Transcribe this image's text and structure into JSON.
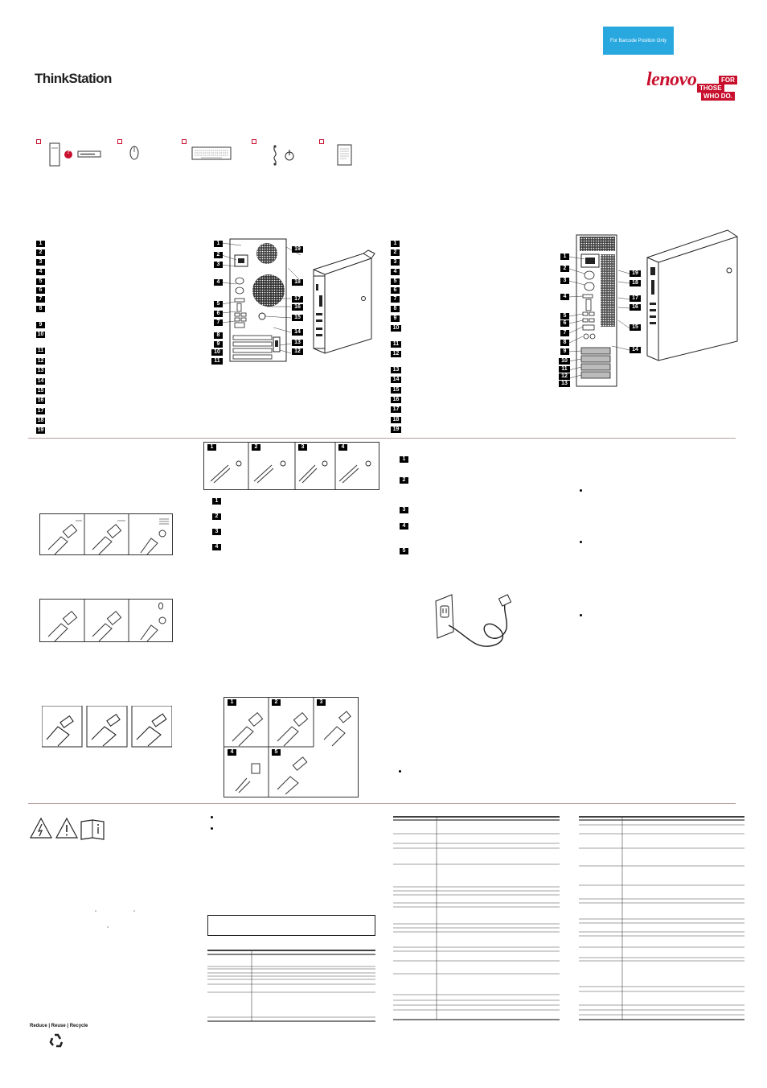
{
  "header": {
    "barcode_label": "For Barcode Position Only",
    "brand": "ThinkStation",
    "vendor_logo": "lenovo",
    "tagline_words": [
      "FOR",
      "THOSE",
      "WHO DO."
    ]
  },
  "box_contents": {
    "icons": [
      "computer-icon",
      "mouse-icon",
      "keyboard-icon",
      "power-cord-icon",
      "document-icon"
    ],
    "optional_badge": "?"
  },
  "rear_view_tower": {
    "callouts": [
      "1",
      "2",
      "3",
      "4",
      "5",
      "6",
      "7",
      "8",
      "9",
      "10",
      "11",
      "12",
      "13",
      "14",
      "15",
      "16",
      "17",
      "18",
      "19"
    ]
  },
  "rear_view_sff": {
    "callouts": [
      "1",
      "2",
      "3",
      "4",
      "5",
      "6",
      "7",
      "8",
      "9",
      "10",
      "11",
      "12",
      "13",
      "14",
      "15",
      "16",
      "17",
      "18",
      "19"
    ]
  },
  "steps_mid": [
    "1",
    "2",
    "3",
    "4",
    "5"
  ],
  "audio_panel": {
    "labels": [
      "1",
      "2",
      "3",
      "4"
    ]
  },
  "monitor_panel": {
    "labels": [
      "1",
      "2",
      "3",
      "4",
      "5"
    ]
  },
  "footer": {
    "recycle_text": "Reduce | Reuse | Recycle",
    "recycle_icon": "recycle-icon",
    "safety_icons": [
      "electric-hazard-icon",
      "warning-icon",
      "info-manual-icon"
    ],
    "degree_marks": [
      "°",
      "°",
      "°"
    ]
  },
  "colors": {
    "accent": "#c8102e",
    "barcode_bg": "#29a8e0",
    "divider": "#b8a0a0"
  }
}
